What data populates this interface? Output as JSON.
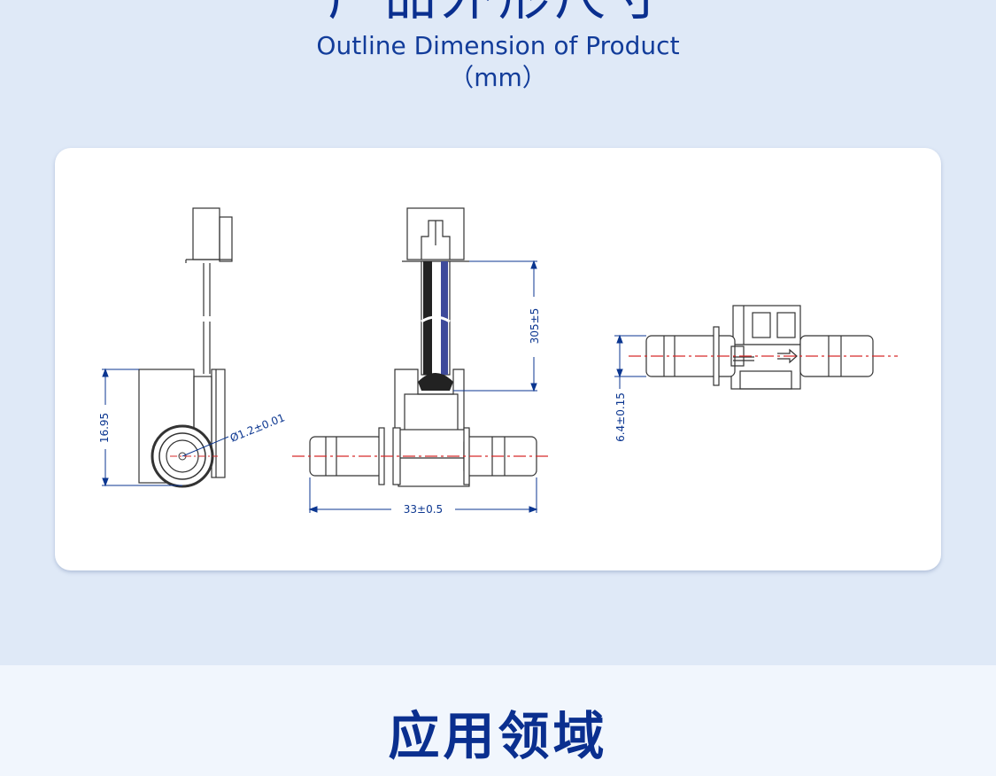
{
  "header": {
    "title_cn": "产品外形尺寸",
    "title_en": "Outline Dimension of Product",
    "unit": "（mm）"
  },
  "drawing": {
    "dim_height": "16.95",
    "dim_diameter": "Ø1.2±0.01",
    "dim_cable": "305±5",
    "dim_length": "33±0.5",
    "dim_outer": "6.4±0.15"
  },
  "section": {
    "title_cn": "应用领域"
  },
  "colors": {
    "background": "#dfe9f7",
    "band": "#f1f6fd",
    "title": "#0a2f8f",
    "dimension": "#0b3690",
    "centerline": "#d62a2a"
  }
}
